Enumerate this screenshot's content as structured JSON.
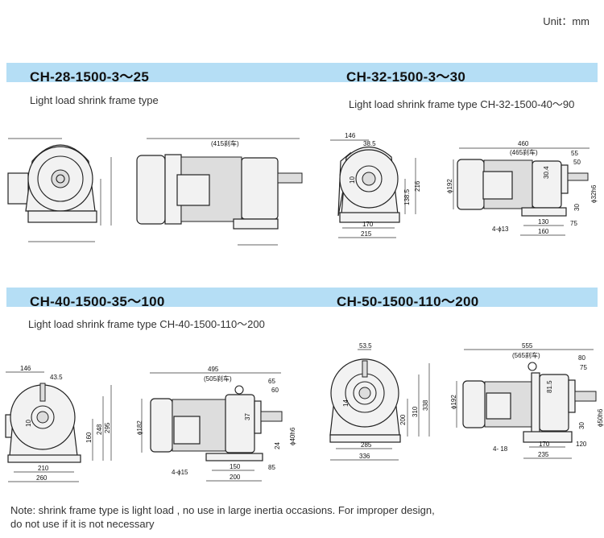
{
  "unit_label": "Unit：mm",
  "models": [
    {
      "title": "CH-28-1500-3～25",
      "subtitle": "Light load shrink frame type",
      "dims": {
        "brake_length": "(415刹车)"
      }
    },
    {
      "title": "CH-32-1500-3～30",
      "subtitle": "Light load shrink frame type CH-32-1500-40～90",
      "dims": {
        "w146": "146",
        "c38_5": "38.5",
        "h216": "216",
        "h138_5": "138.5",
        "k10": "10",
        "b170": "170",
        "b215": "215",
        "len460": "460",
        "brake_length": "(465刹车)",
        "d192": "ϕ192",
        "o30_4": "30.4",
        "s55": "55",
        "s50": "50",
        "shaft": "ϕ32h6",
        "f30": "30",
        "f75": "75",
        "b130": "130",
        "b160": "160",
        "holes": "4-ϕ13"
      }
    },
    {
      "title": "CH-40-1500-35～100",
      "subtitle": "Light load shrink frame type CH-40-1500-110～200",
      "dims": {
        "w146": "146",
        "c43_5": "43.5",
        "k10": "10",
        "h160": "160",
        "h248": "248",
        "h295": "295",
        "b210": "210",
        "b260": "260",
        "len495": "495",
        "brake_length": "(505刹车)",
        "s65": "65",
        "s60": "60",
        "d182": "ϕ182",
        "o37": "37",
        "shaft": "ϕ40h6",
        "f24": "24",
        "holes": "4-ϕ15",
        "b150": "150",
        "f85": "85",
        "b200": "200"
      }
    },
    {
      "title": "CH-50-1500-110～200",
      "dims": {
        "c53_5": "53.5",
        "k14": "14",
        "h200": "200",
        "h310": "310",
        "h338": "338",
        "b285": "285",
        "b336": "336",
        "len555": "555",
        "brake_length": "(565刹车)",
        "s80": "80",
        "s75": "75",
        "d192": "ϕ192",
        "o81_5": "81.5",
        "shaft": "ϕ50h6",
        "f30": "30",
        "f120": "120",
        "b170": "170",
        "b235": "235",
        "holes": "4- 18"
      }
    }
  ],
  "note_lines": [
    "Note: shrink frame type is light load  , no use in large inertia occasions.  For improper design,",
    "do not use if it is not necessary"
  ]
}
